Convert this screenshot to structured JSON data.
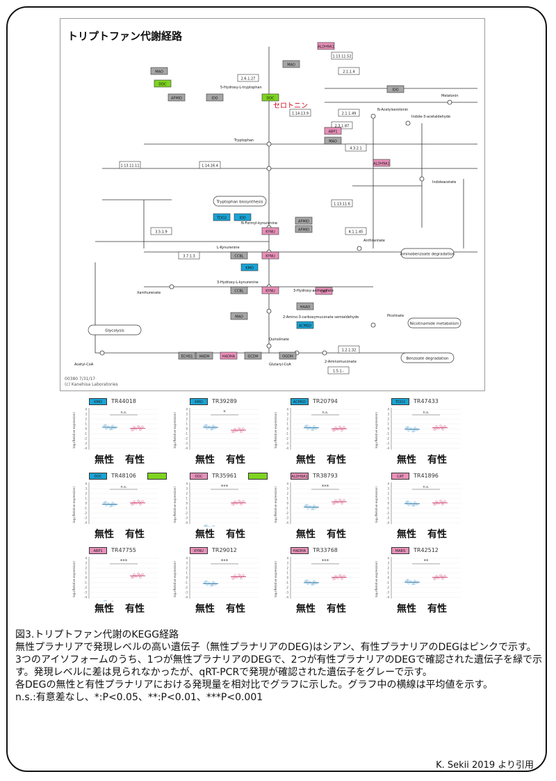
{
  "kegg": {
    "title": "トリプトファン代謝経路",
    "serotonin_label": "セロトニン",
    "footer_line1": "00380 7/31/17",
    "footer_line2": "(c) Kanehisa Laboratories",
    "gene_colors": {
      "cyan": "#19a3d4",
      "pink": "#e890b9",
      "green": "#7ed321",
      "gray": "#a6a6a6",
      "white": "#ffffff"
    },
    "nodes": [
      {
        "label": "MAO",
        "color": "gray"
      },
      {
        "label": "DDC",
        "color": "green"
      },
      {
        "label": "AFMID",
        "color": "gray"
      },
      {
        "label": "IDO",
        "color": "gray"
      },
      {
        "label": "DDC",
        "color": "green"
      },
      {
        "label": "ALDH9A1",
        "color": "pink"
      },
      {
        "label": "MAO",
        "color": "gray"
      },
      {
        "label": "IDO",
        "color": "gray"
      },
      {
        "label": "ABP1",
        "color": "pink"
      },
      {
        "label": "MAO",
        "color": "gray"
      },
      {
        "label": "ALDH9A1",
        "color": "pink"
      },
      {
        "label": "TDO2",
        "color": "cyan"
      },
      {
        "label": "IDO",
        "color": "cyan"
      },
      {
        "label": "KYNU",
        "color": "pink"
      },
      {
        "label": "AFMID",
        "color": "gray"
      },
      {
        "label": "AFMID",
        "color": "gray"
      },
      {
        "label": "CCBL",
        "color": "gray"
      },
      {
        "label": "KYNU",
        "color": "pink"
      },
      {
        "label": "KMO",
        "color": "cyan"
      },
      {
        "label": "CCBL",
        "color": "gray"
      },
      {
        "label": "KYNU",
        "color": "pink"
      },
      {
        "label": "CAT",
        "color": "pink"
      },
      {
        "label": "HAAO",
        "color": "gray"
      },
      {
        "label": "MAO",
        "color": "gray"
      },
      {
        "label": "ACMSD",
        "color": "cyan"
      },
      {
        "label": "ECHS1",
        "color": "gray"
      },
      {
        "label": "HADH",
        "color": "gray"
      },
      {
        "label": "HADHA",
        "color": "pink"
      },
      {
        "label": "GCDH",
        "color": "gray"
      },
      {
        "label": "OGDH",
        "color": "gray"
      }
    ],
    "enzyme_numbers": [
      "1.13.11.52",
      "2.6.1.27",
      "2.1.1.4",
      "4.3.2.1",
      "1.14.16.4",
      "1.13.11.11",
      "3.5.1.9",
      "3.7.1.3",
      "1.14.13.9",
      "1.13.11.6",
      "4.1.1.45",
      "1.2.1.32",
      "1.5.1.-",
      "2.3.1.87",
      "2.1.1.49"
    ],
    "compounds": [
      "5-Hydroxy-L-tryptophan",
      "Tryptophan",
      "N-Formyl-kynurenine",
      "L-Kynurenine",
      "3-Hydroxy-L-kynurenine",
      "3-Hydroxy-anthranilate",
      "2-Amino-3-carboxymuconate semialdehyde",
      "Quinolinate",
      "Acetyl-CoA",
      "Glutaryl-CoA",
      "Indoleacetate",
      "Indole-3-acetaldehyde",
      "N-Acetylserotonin",
      "Melatonin",
      "Anthranilate",
      "Xanthurenate",
      "Picolinate",
      "2-Aminomuconate"
    ],
    "pathway_links": [
      "Glycolysis",
      "Aminobenzoate degradation",
      "Nicotinamide metabolism",
      "Benzoate degradation",
      "Tryptophan biosynthesis"
    ]
  },
  "panels": [
    {
      "gene": "KMO",
      "tr": "TR44018",
      "tag_color": "#19a3d4",
      "sig": "n.s.",
      "green": false,
      "mean_asexual": 0.3,
      "mean_sexual": 0.1
    },
    {
      "gene": "KMO",
      "tr": "TR39289",
      "tag_color": "#19a3d4",
      "sig": "*",
      "green": false,
      "mean_asexual": 0.3,
      "mean_sexual": -0.3
    },
    {
      "gene": "ACMSD",
      "tr": "TR20794",
      "tag_color": "#19a3d4",
      "sig": "n.s.",
      "green": false,
      "mean_asexual": 0.2,
      "mean_sexual": 0.0
    },
    {
      "gene": "TDO2",
      "tr": "TR47433",
      "tag_color": "#19a3d4",
      "sig": "n.s.",
      "green": false,
      "mean_asexual": -0.1,
      "mean_sexual": 0.2
    },
    {
      "gene": "DDC",
      "tr": "TR48106",
      "tag_color": "#19a3d4",
      "sig": "n.s.",
      "green": true,
      "mean_asexual": -0.2,
      "mean_sexual": 0.1
    },
    {
      "gene": "DDC",
      "tr": "TR35961",
      "tag_color": "#e890b9",
      "sig": "***",
      "green": true,
      "mean_asexual": -5.0,
      "mean_sexual": 0.1
    },
    {
      "gene": "ALDH9A1",
      "tr": "TR38793",
      "tag_color": "#e890b9",
      "sig": "***",
      "green": false,
      "mean_asexual": -0.8,
      "mean_sexual": 0.3
    },
    {
      "gene": "CAT",
      "tr": "TR41896",
      "tag_color": "#e890b9",
      "sig": "n.s.",
      "green": false,
      "mean_asexual": -0.1,
      "mean_sexual": 0.1
    },
    {
      "gene": "ABP1",
      "tr": "TR47755",
      "tag_color": "#e890b9",
      "sig": "***",
      "green": false,
      "mean_asexual": -5.2,
      "mean_sexual": 0.4
    },
    {
      "gene": "KYNU",
      "tr": "TR29012",
      "tag_color": "#e890b9",
      "sig": "***",
      "green": false,
      "mean_asexual": -1.2,
      "mean_sexual": 0.2
    },
    {
      "gene": "HADHA",
      "tr": "TR33768",
      "tag_color": "#e890b9",
      "sig": "***",
      "green": false,
      "mean_asexual": -1.0,
      "mean_sexual": 0.1
    },
    {
      "gene": "MARS",
      "tr": "TR42512",
      "tag_color": "#e890b9",
      "sig": "**",
      "green": false,
      "mean_asexual": -0.9,
      "mean_sexual": 0.1
    }
  ],
  "axis_label": "log₂(Relative expression)",
  "x_asexual": "無性",
  "x_sexual": "有性",
  "caption": {
    "line1": "図3.トリプトファン代謝のKEGG経路",
    "line2": "無性プラナリアで発現レベルの高い遺伝子（無性プラナリアのDEG)はシアン、有性プラナリアのDEGはピンクで示す。3つのアイソフォームのうち、1つが無性プラナリアのDEGで、2つが有性プラナリアのDEGで確認された遺伝子を緑で示す。発現レベルに差は見られなかったが、qRT-PCRで発現が確認された遺伝子をグレーで示す。",
    "line3": "各DEGの無性と有性プラナリアにおける発現量を相対比でグラフに示した。グラフ中の横線は平均値を示す。",
    "line4": "n.s.:有意差なし、*:P<0.05、**:P<0.01、***P<0.001"
  },
  "credit": "K. Sekii 2019 より引用"
}
